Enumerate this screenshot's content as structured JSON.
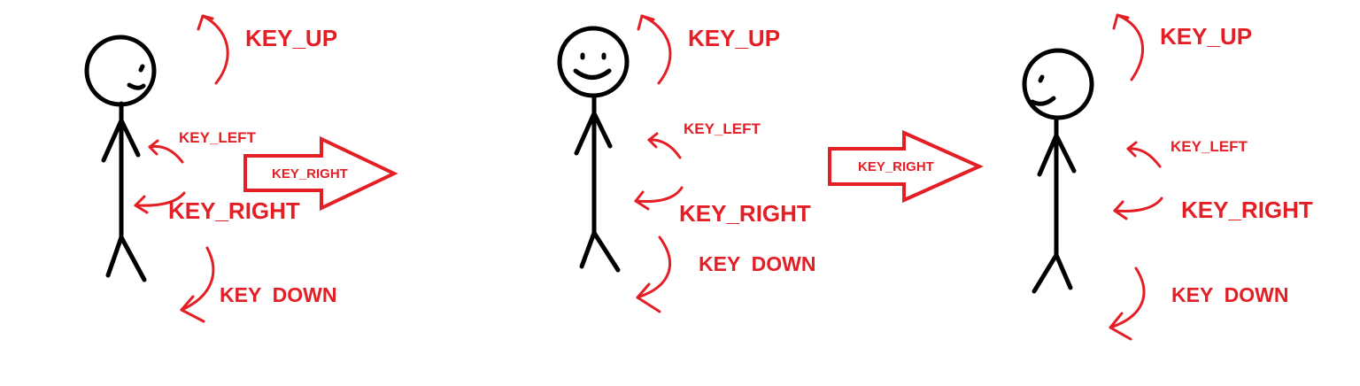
{
  "figures": [
    {
      "face": "looking-right",
      "labels": {
        "up": "KEY_UP",
        "left": "KEY_LEFT",
        "right": "KEY_RIGHT",
        "down": "KEY  DOWN"
      }
    },
    {
      "face": "smiling-front",
      "labels": {
        "up": "KEY_UP",
        "left": "KEY_LEFT",
        "right": "KEY_RIGHT",
        "down": "KEY  DOWN"
      }
    },
    {
      "face": "looking-left",
      "labels": {
        "up": "KEY_UP",
        "left": "KEY_LEFT",
        "right": "KEY_RIGHT",
        "down": "KEY  DOWN"
      }
    }
  ],
  "transitions": [
    {
      "label": "KEY_RIGHT"
    },
    {
      "label": "KEY_RIGHT"
    }
  ],
  "colors": {
    "accent": "#e31e24",
    "figure": "#000000",
    "background": "#ffffff"
  }
}
